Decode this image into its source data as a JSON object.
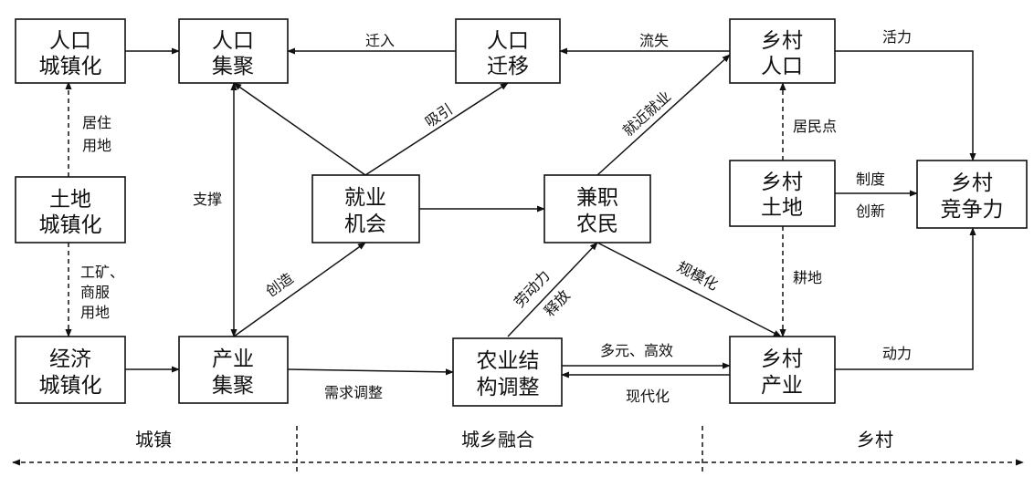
{
  "nodes": {
    "pop_urban": [
      "人口",
      "城镇化"
    ],
    "pop_cluster": [
      "人口",
      "集聚"
    ],
    "pop_migr": [
      "人口",
      "迁移"
    ],
    "rural_pop": [
      "乡村",
      "人口"
    ],
    "land_urban": [
      "土地",
      "城镇化"
    ],
    "jobs": [
      "就业",
      "机会"
    ],
    "part_farmer": [
      "兼职",
      "农民"
    ],
    "rural_land": [
      "乡村",
      "土地"
    ],
    "rural_comp": [
      "乡村",
      "竞争力"
    ],
    "econ_urban": [
      "经济",
      "城镇化"
    ],
    "ind_cluster": [
      "产业",
      "集聚"
    ],
    "agri_adjust": [
      "农业结",
      "构调整"
    ],
    "rural_ind": [
      "乡村",
      "产业"
    ]
  },
  "edge_labels": {
    "qianru": "迁入",
    "liushi": "流失",
    "huoli": "活力",
    "juzhu": [
      "居住",
      "用地"
    ],
    "xiyin": "吸引",
    "jiujin": "就近就业",
    "zhicheng": "支撑",
    "jumindian": "居民点",
    "zhidu": "制度",
    "chuangxin": "创新",
    "gongkuang": [
      "工矿、",
      "商服",
      "用地"
    ],
    "chuangzao": "创造",
    "laodongli": "劳动力",
    "shifang": "释放",
    "guimohua": "规模化",
    "gengdi": "耕地",
    "duoyuan": "多元、高效",
    "dongli": "动力",
    "xuqiu": "需求调整",
    "xiandaihua": "现代化"
  },
  "regions": {
    "urban": "城镇",
    "fusion": "城乡融合",
    "rural": "乡村"
  }
}
